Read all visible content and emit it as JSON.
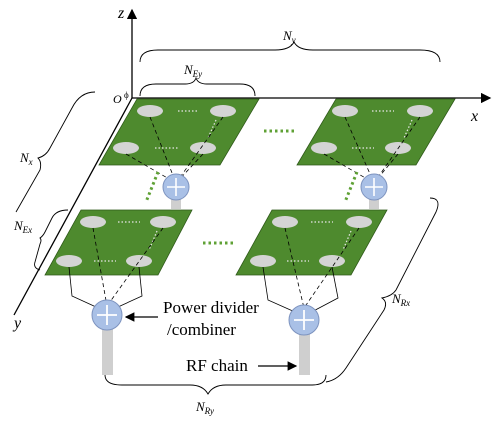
{
  "axes": {
    "z": "z",
    "x": "x",
    "y": "y",
    "origin": "O"
  },
  "dimensions": {
    "Ny": {
      "base": "N",
      "sub": "y"
    },
    "NEy": {
      "base": "N",
      "sub": "Ey"
    },
    "Nx": {
      "base": "N",
      "sub": "x"
    },
    "NEx": {
      "base": "N",
      "sub": "Ex"
    },
    "NRx": {
      "base": "N",
      "sub": "Rx"
    },
    "NRy": {
      "base": "N",
      "sub": "Ry"
    }
  },
  "labels": {
    "power_divider_line1": "Power divider",
    "power_divider_line2": "/combiner",
    "rf_chain": "RF chain"
  },
  "colors": {
    "panel": "#4e8a2e",
    "panel_edge": "#2f5a1a",
    "element": "#d4d4d4",
    "combiner_fill": "#a9c0e6",
    "combiner_edge": "#7d93bf",
    "rf_chain": "#cfcfcf",
    "dots_green": "#5fa135"
  },
  "icons": {
    "combiner": "plus-in-circle-icon",
    "arrow": "arrow-right-icon"
  }
}
